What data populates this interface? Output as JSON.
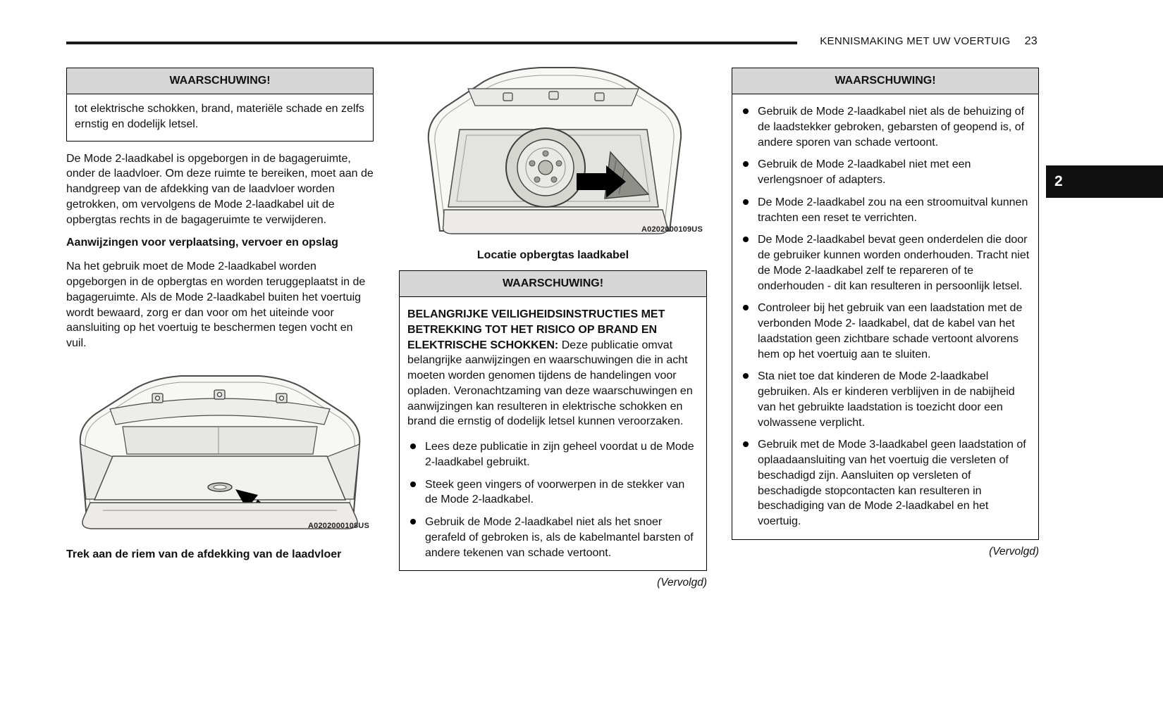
{
  "colors": {
    "warning_header_bg": "#d6d6d6",
    "box_border": "#000000",
    "tab_bg": "#101010",
    "tab_text": "#ffffff",
    "rule": "#1a1a1a"
  },
  "header": {
    "title": "KENNISMAKING MET UW VOERTUIG",
    "page_number": "23"
  },
  "side_tab": {
    "label": "2"
  },
  "left_column": {
    "warning_box": {
      "title": "WAARSCHUWING!",
      "body": "tot elektrische schokken, brand, materiële schade en zelfs ernstig en dodelijk letsel."
    },
    "paragraph_1": "De Mode 2-laadkabel is opgeborgen in de bagageruimte, onder de laadvloer. Om deze ruimte te bereiken, moet aan de handgreep van de afdekking van de laadvloer worden getrokken, om vervolgens de Mode 2-laadkabel uit de opbergtas rechts in de bagageruimte te verwijderen.",
    "subheading": "Aanwijzingen voor verplaatsing, vervoer en opslag",
    "paragraph_2": "Na het gebruik moet de Mode 2-laadkabel worden opgeborgen in de opbergtas en worden teruggeplaatst in de bagageruimte. Als de Mode 2-laadkabel buiten het voertuig wordt bewaard, zorg er dan voor om het uiteinde voor aansluiting op het voertuig te beschermen tegen vocht en vuil.",
    "figure": {
      "code": "A0202000108US",
      "caption": "Trek aan de riem van de afdekking van de laadvloer"
    }
  },
  "middle_column": {
    "figure": {
      "code": "A0202000109US",
      "caption": "Locatie opbergtas laadkabel"
    },
    "warning_box": {
      "title": "WAARSCHUWING!",
      "intro_bold": "BELANGRIJKE VEILIGHEIDSINSTRUCTIES MET BETREKKING TOT HET RISICO OP BRAND EN ELEKTRISCHE SCHOKKEN:",
      "intro_rest": "Deze publicatie omvat belangrijke aanwijzingen en waarschuwingen die in acht moeten worden genomen tijdens de handelingen voor opladen. Veronachtzaming van deze waarschuwingen en aanwijzingen kan resulteren in elektrische schokken en brand die ernstig of dodelijk letsel kunnen veroorzaken.",
      "bullets": [
        "Lees deze publicatie in zijn geheel voordat u de Mode 2-laadkabel gebruikt.",
        "Steek geen vingers of voorwerpen in de stekker van de Mode 2-laadkabel.",
        "Gebruik de Mode 2-laadkabel niet als het snoer gerafeld of gebroken is, als de kabelmantel barsten of andere tekenen van schade vertoont."
      ]
    },
    "continued": "(Vervolgd)"
  },
  "right_column": {
    "warning_box": {
      "title": "WAARSCHUWING!",
      "bullets": [
        "Gebruik de Mode 2-laadkabel niet als de behuizing of de laadstekker gebroken, gebarsten of geopend is, of andere sporen van schade vertoont.",
        "Gebruik de Mode 2-laadkabel niet met een verlengsnoer of adapters.",
        "De Mode 2-laadkabel zou na een stroomuitval kunnen trachten een reset te verrichten.",
        "De Mode 2-laadkabel bevat geen onderdelen die door de gebruiker kunnen worden onderhouden. Tracht niet de Mode 2-laadkabel zelf te repareren of te onderhouden - dit kan resulteren in persoonlijk letsel.",
        "Controleer bij het gebruik van een laadstation met de verbonden Mode 2- laadkabel, dat de kabel van het laadstation geen zichtbare schade vertoont alvorens hem op het voertuig aan te sluiten.",
        "Sta niet toe dat kinderen de Mode 2-laadkabel gebruiken. Als er kinderen verblijven in de nabijheid van het gebruikte laadstation is toezicht door een volwassene verplicht.",
        "Gebruik met de Mode 3-laadkabel geen laadstation of oplaadaansluiting van het voertuig die versleten of beschadigd zijn. Aansluiten op versleten of beschadigde stopcontacten kan resulteren in beschadiging van de Mode 2-laadkabel en het voertuig."
      ]
    },
    "continued": "(Vervolgd)"
  }
}
